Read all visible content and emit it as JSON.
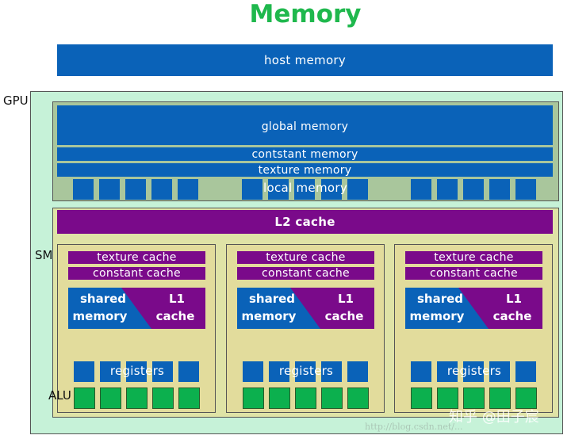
{
  "title": "Memory",
  "host_memory": "host memory",
  "gpu_label": "GPU",
  "device_memory": {
    "global": "global memory",
    "constant": "contstant memory",
    "texture": "texture memory",
    "local": "local memory"
  },
  "sm_label": "SM",
  "alu_label": "ALU",
  "l2": "L2 cache",
  "sm": [
    {
      "texture_cache": "texture cache",
      "constant_cache": "constant cache",
      "shared_a": "shared",
      "shared_b": "memory",
      "l1_a": "L1",
      "l1_b": "cache",
      "registers": "registers"
    },
    {
      "texture_cache": "texture cache",
      "constant_cache": "constant cache",
      "shared_a": "shared",
      "shared_b": "memory",
      "l1_a": "L1",
      "l1_b": "cache",
      "registers": "registers"
    },
    {
      "texture_cache": "texture cache",
      "constant_cache": "constant cache",
      "shared_a": "shared",
      "shared_b": "memory",
      "l1_a": "L1",
      "l1_b": "cache",
      "registers": "registers"
    }
  ],
  "watermark": {
    "zhihu": "知乎 @田子宸",
    "url": "http://blog.csdn.net/..."
  },
  "colors": {
    "memory_blue": "#0a62b8",
    "cache_purple": "#7a0a8a",
    "alu_green": "#0cb04e",
    "title_green": "#1fb84d",
    "gpu_bg": "#c6f2d8",
    "sm_bg": "#e2dc9c"
  }
}
